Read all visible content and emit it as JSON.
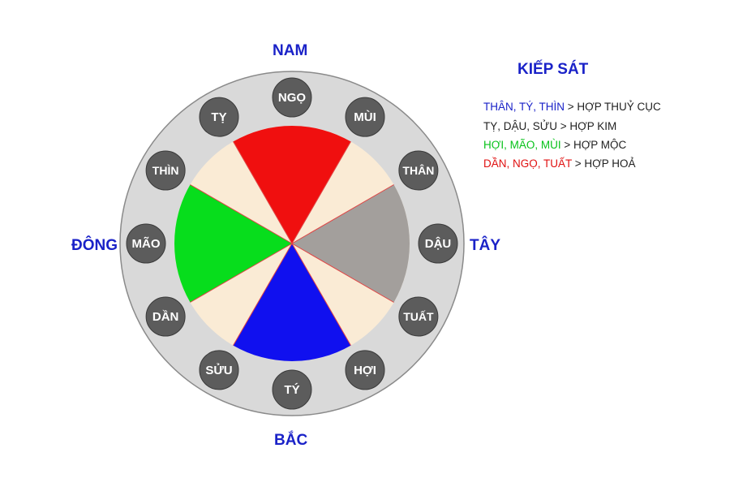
{
  "directions": {
    "south": "NAM",
    "north": "BẮC",
    "east": "ĐÔNG",
    "west": "TÂY"
  },
  "colors": {
    "ring": "#d9d9d9",
    "base": "#faebd5",
    "node": "#5c5c5c",
    "node_text": "#ffffff",
    "divider": "#e04646",
    "water": "#1010ef",
    "metal": "#a39f9c",
    "wood": "#07dd1c",
    "fire": "#f00f0f",
    "direction_text": "#1a22c8"
  },
  "branches": [
    {
      "name": "NGỌ"
    },
    {
      "name": "MÙI"
    },
    {
      "name": "THÂN"
    },
    {
      "name": "DẬU"
    },
    {
      "name": "TUẤT"
    },
    {
      "name": "HỢI"
    },
    {
      "name": "TÝ"
    },
    {
      "name": "SỬU"
    },
    {
      "name": "DẦN"
    },
    {
      "name": "MÃO"
    },
    {
      "name": "THÌN"
    },
    {
      "name": "TỴ"
    }
  ],
  "sectors": [
    {
      "branch": "NGỌ",
      "color": "fire"
    },
    {
      "branch": "DẬU",
      "color": "metal"
    },
    {
      "branch": "TÝ",
      "color": "water"
    },
    {
      "branch": "MÃO",
      "color": "wood"
    }
  ],
  "legend": {
    "title": "KIẾP SÁT",
    "rows": [
      {
        "group": "THÂN, TÝ, THÌN",
        "result": " > HỢP THUỶ CỤC",
        "color": "#1a22c8"
      },
      {
        "group": "TỴ, DẬU, SỬU",
        "result": " > HỢP KIM",
        "color": "#222222"
      },
      {
        "group": "HỢI, MÃO, MÙI",
        "result": " > HỢP MỘC",
        "color": "#07c21a"
      },
      {
        "group": "DẦN, NGỌ, TUẤT",
        "result": " > HỢP HOẢ",
        "color": "#e01010"
      }
    ]
  }
}
